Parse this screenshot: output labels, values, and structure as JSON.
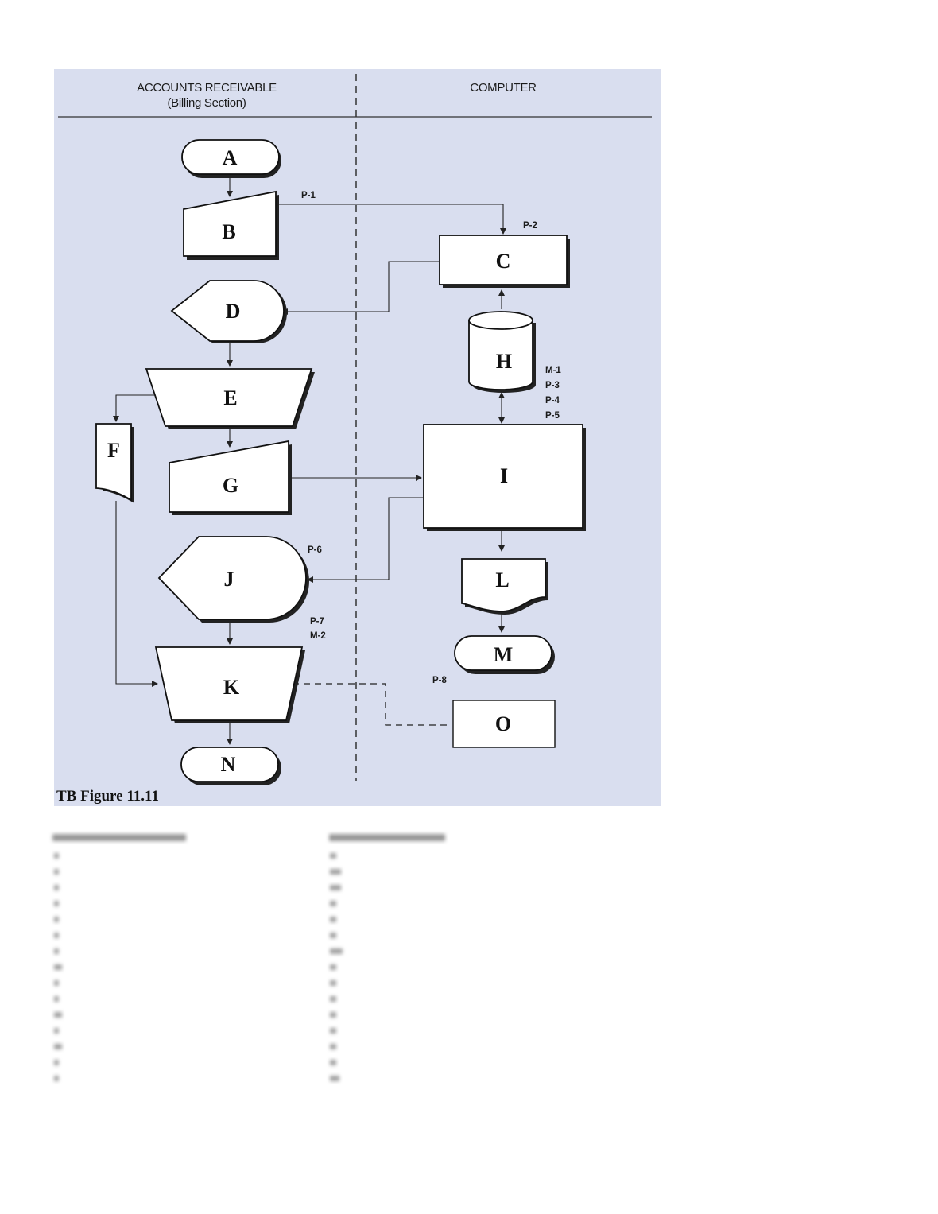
{
  "lanes": {
    "left_title": "ACCOUNTS RECEIVABLE",
    "left_subtitle": "(Billing Section)",
    "right_title": "COMPUTER"
  },
  "shapes": {
    "A": "A",
    "B": "B",
    "C": "C",
    "D": "D",
    "E": "E",
    "F": "F",
    "G": "G",
    "H": "H",
    "I": "I",
    "J": "J",
    "K": "K",
    "L": "L",
    "M": "M",
    "N": "N",
    "O": "O"
  },
  "codes": {
    "p1": "P-1",
    "p2": "P-2",
    "h_block": [
      "M-1",
      "P-3",
      "P-4",
      "P-5"
    ],
    "p6": "P-6",
    "p7": "P-7",
    "m2": "M-2",
    "p8": "P-8"
  },
  "caption": "TB Figure 11.11",
  "colors": {
    "figure_background": "#d9deef",
    "text": "#111111"
  }
}
